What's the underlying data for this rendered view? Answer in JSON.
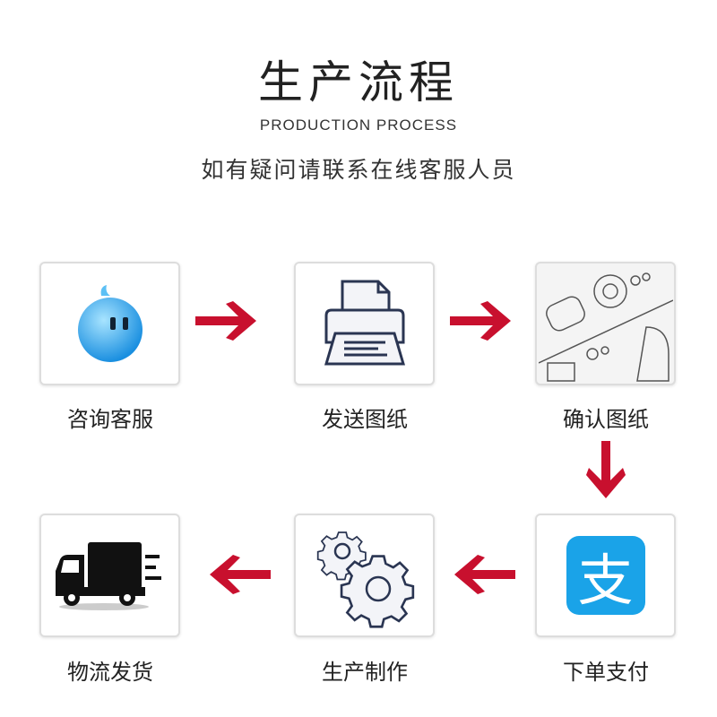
{
  "header": {
    "title": "生产流程",
    "subtitle": "PRODUCTION PROCESS",
    "note": "如有疑问请联系在线客服人员"
  },
  "steps": [
    {
      "label": "咨询客服",
      "icon": "chat-bubble-icon"
    },
    {
      "label": "发送图纸",
      "icon": "printer-icon"
    },
    {
      "label": "确认图纸",
      "icon": "blueprint-icon"
    },
    {
      "label": "下单支付",
      "icon": "alipay-icon",
      "icon_text": "支"
    },
    {
      "label": "生产制作",
      "icon": "gears-icon"
    },
    {
      "label": "物流发货",
      "icon": "truck-icon"
    }
  ],
  "colors": {
    "arrow": "#c8102e",
    "alipay": "#1aa3e8",
    "border": "#dddddd"
  }
}
